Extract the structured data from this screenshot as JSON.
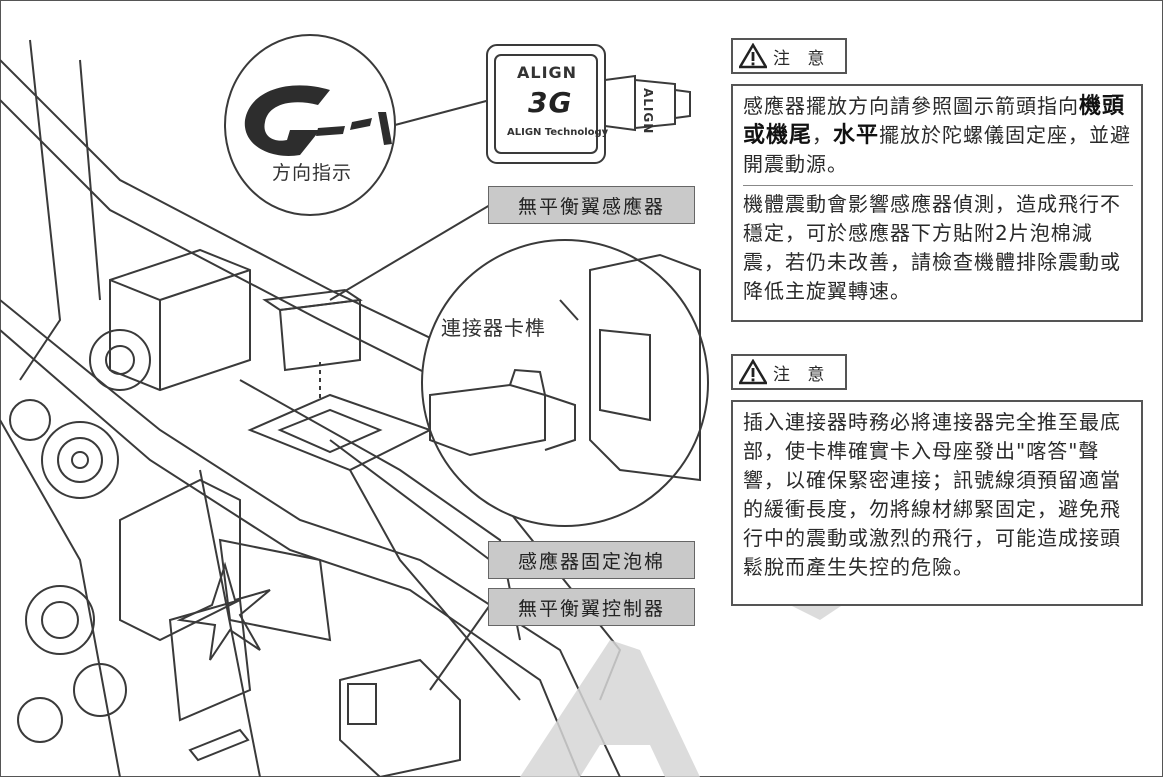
{
  "logo_callout": {
    "caption": "方向指示"
  },
  "sensor_module": {
    "brand": "ALIGN",
    "model": "3G",
    "maker": "ALIGN Technology",
    "plug_brand": "ALIGN"
  },
  "labels": {
    "sensor": "無平衡翼感應器",
    "connector_latch": "連接器卡榫",
    "sensor_foam": "感應器固定泡棉",
    "controller": "無平衡翼控制器"
  },
  "notice1": {
    "title": "注 意",
    "para1_a": "感應器擺放方向請參照圖示箭頭指向",
    "para1_bold1": "機頭或機尾",
    "para1_b": "，",
    "para1_bold2": "水平",
    "para1_c": "擺放於陀螺儀固定座，並避開震動源。",
    "para2": "機體震動會影響感應器偵測，造成飛行不穩定，可於感應器下方貼附2片泡棉減震，若仍未改善，請檢查機體排除震動或降低主旋翼轉速。"
  },
  "notice2": {
    "title": "注 意",
    "body": "插入連接器時務必將連接器完全推至最底部，使卡榫確實卡入母座發出\"喀答\"聲響，以確保緊密連接；訊號線須預留適當的緩衝長度，勿將線材綁緊固定，避免飛行中的震動或激烈的飛行，可能造成接頭鬆脫而產生失控的危險。"
  },
  "watermark": {
    "text": "ALIGN"
  },
  "colors": {
    "line": "#3a3a3a",
    "tag_fill": "#c9c9c9",
    "watermark": "#d6d6d6"
  }
}
